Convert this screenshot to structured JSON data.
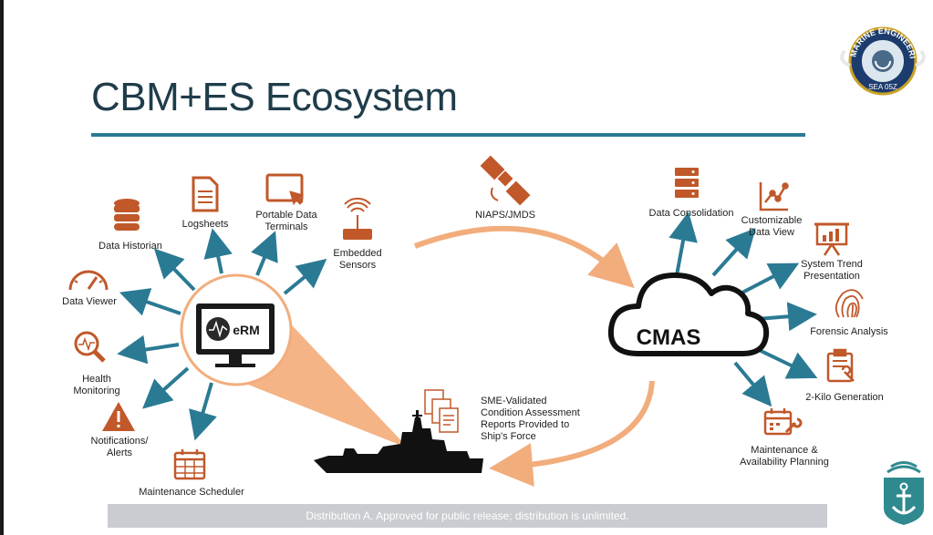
{
  "title": "CBM+ES Ecosystem",
  "footer": "Distribution A.  Approved for public release; distribution is unlimited.",
  "colors": {
    "accent_orange": "#c0582a",
    "arrow_teal": "#2b7a94",
    "title": "#1f3c4a",
    "flow_orange": "#f2ad7c"
  },
  "erm": {
    "label": "eRM"
  },
  "cmas": {
    "label": "CMAS"
  },
  "left_nodes": {
    "data_historian": "Data Historian",
    "logsheets": "Logsheets",
    "portable_data_terminals": "Portable Data\nTerminals",
    "embedded_sensors": "Embedded\nSensors",
    "data_viewer": "Data Viewer",
    "health_monitoring": "Health\nMonitoring",
    "notifications_alerts": "Notifications/\nAlerts",
    "maintenance_scheduler": "Maintenance Scheduler"
  },
  "right_nodes": {
    "data_consolidation": "Data Consolidation",
    "customizable_data_view": "Customizable\nData View",
    "system_trend_presentation": "System Trend\nPresentation",
    "forensic_analysis": "Forensic Analysis",
    "two_kilo_generation": "2-Kilo Generation",
    "maintenance_availability_planning": "Maintenance &\nAvailability Planning"
  },
  "transport": {
    "label": "NIAPS/JMDS"
  },
  "reports": {
    "label": "SME-Validated\nCondition Assessment\nReports Provided to\nShip's Force"
  },
  "seal": {
    "text": "MARINE ENGINEERING",
    "subtext": "SEA 05Z"
  },
  "icons": [
    "database-icon",
    "document-icon",
    "tablet-touch-icon",
    "antenna-icon",
    "gauge-icon",
    "magnifier-pulse-icon",
    "warning-icon",
    "calendar-icon",
    "satellite-icon",
    "server-icon",
    "line-chart-icon",
    "presentation-chart-icon",
    "fingerprint-icon",
    "clipboard-wrench-icon",
    "calendar-wrench-icon",
    "ship-icon",
    "reports-icon",
    "monitor-icon",
    "cloud-icon",
    "anchor-icon",
    "seal-icon"
  ]
}
